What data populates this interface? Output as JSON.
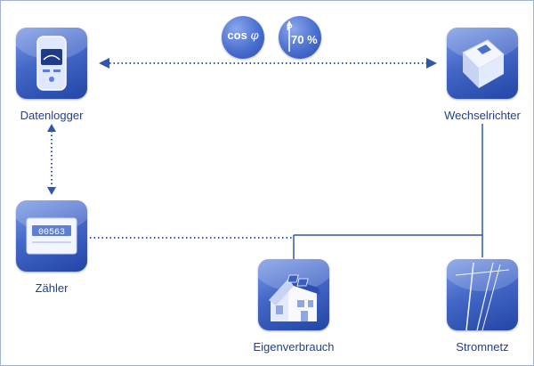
{
  "nodes": {
    "datenlogger": "Datenlogger",
    "wechselrichter": "Wechselrichter",
    "zaehler": "Zähler",
    "eigenverbrauch": "Eigenverbrauch",
    "stromnetz": "Stromnetz"
  },
  "badges": {
    "cos": "cos",
    "phi": "φ",
    "power_letter": "P",
    "power_limit": "70 %"
  },
  "meter_reading": "00563",
  "colors": {
    "line": "#3355aa",
    "tile_dark": "#2245a6",
    "tile_light": "#7d9be6",
    "label": "#1f3f8f"
  }
}
